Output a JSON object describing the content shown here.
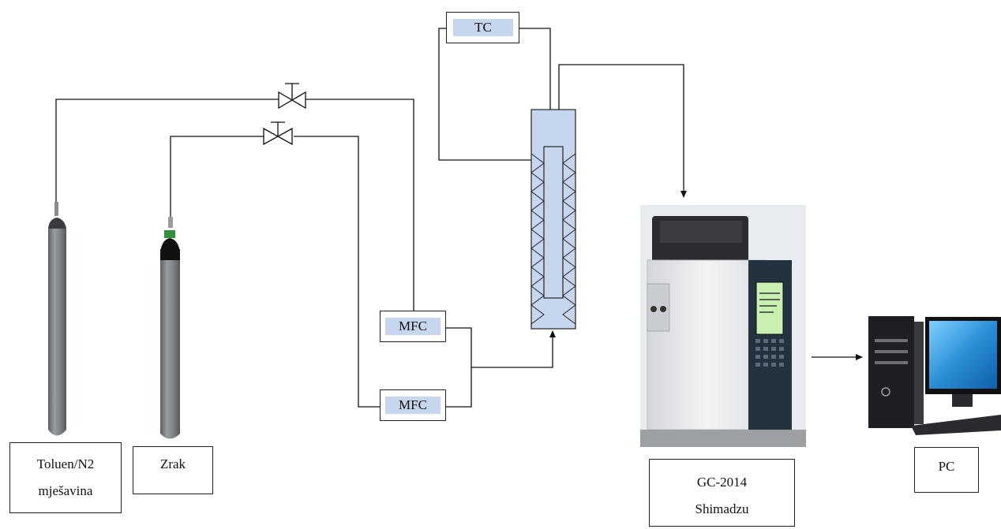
{
  "labels": {
    "tc": "TC",
    "mfc_top": "MFC",
    "mfc_bottom": "MFC",
    "toluene": [
      "Toluen/N2",
      "mješavina"
    ],
    "air": "Zrak",
    "gc": [
      "GC-2014",
      "Shimadzu"
    ],
    "pc": "PC"
  },
  "colors": {
    "line": "#111111",
    "reactor_fill": "#c5d6ee",
    "tag_fill": "#c5d6ee",
    "cylinder_body": "#7b7e83",
    "gc_body": "#e9ebee",
    "gc_panel": "#25323f",
    "monitor_screen": "#2a8fd6"
  },
  "icons": {
    "valve": "needle-valve-icon",
    "cylinder": "gas-cylinder-icon",
    "gc": "gas-chromatograph-icon",
    "pc": "desktop-computer-icon"
  }
}
